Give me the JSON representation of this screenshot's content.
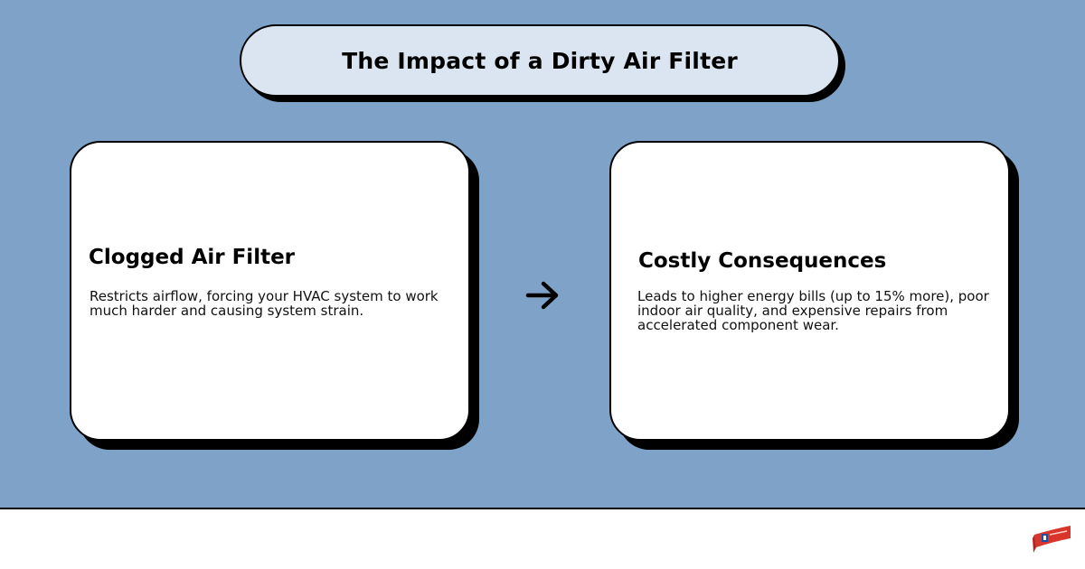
{
  "title": "The Impact of a Dirty Air Filter",
  "cards": [
    {
      "heading": "Clogged Air Filter",
      "body": "Restricts airflow, forcing your HVAC system to work much harder and causing system strain."
    },
    {
      "heading": "Costly Consequences",
      "body": "Leads to higher energy bills (up to 15% more), poor indoor air quality, and expensive repairs from accelerated component wear."
    }
  ],
  "connector": {
    "icon": "arrow-right-icon"
  },
  "logo": {
    "icon": "brand-ribbon-logo",
    "color": "#d9352b",
    "accent": "#1f4fa0"
  },
  "colors": {
    "background": "#7fa3c8",
    "title_fill": "#dbe5f1",
    "card_fill": "#ffffff",
    "outline": "#000000"
  }
}
